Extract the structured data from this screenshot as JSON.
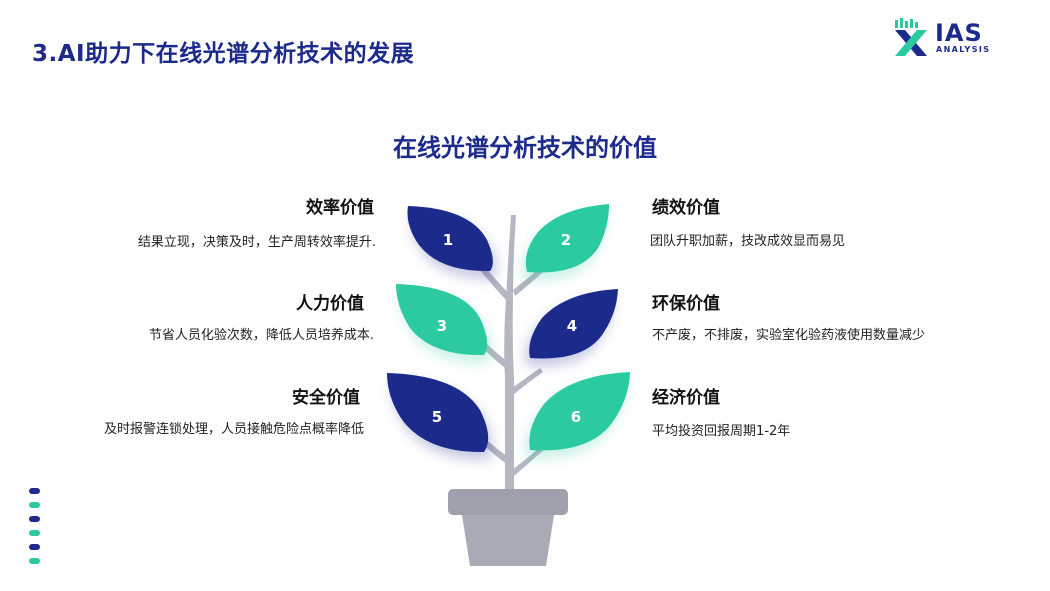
{
  "slide": {
    "title": "3.AI助力下在线光谱分析技术的发展"
  },
  "logo": {
    "main": "IAS",
    "sub": "ANALYSIS",
    "icon": "ias-x-logo-icon"
  },
  "center_title": "在线光谱分析技术的价值",
  "items": [
    {
      "num": "1",
      "title": "效率价值",
      "desc": "结果立现，决策及时，生产周转效率提升."
    },
    {
      "num": "2",
      "title": "绩效价值",
      "desc": "团队升职加薪，技改成效显而易见"
    },
    {
      "num": "3",
      "title": "人力价值",
      "desc": "节省人员化验次数，降低人员培养成本."
    },
    {
      "num": "4",
      "title": "环保价值",
      "desc": "不产废，不排废，实验室化验药液使用数量减少"
    },
    {
      "num": "5",
      "title": "安全价值",
      "desc": "及时报警连锁处理，人员接触危险点概率降低"
    },
    {
      "num": "6",
      "title": "经济价值",
      "desc": "平均投资回报周期1-2年"
    }
  ],
  "colors": {
    "navy": "#1c2a8c",
    "teal": "#2ccaa0",
    "stem": "#b4b6c2",
    "pot": "#9ea1ad"
  }
}
